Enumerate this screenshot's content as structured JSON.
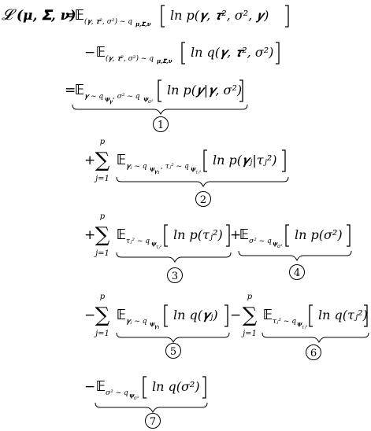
{
  "lhs": {
    "fn": "𝓛",
    "args": "(𝝁, 𝚺, 𝝂)"
  },
  "ops": {
    "eq1": "=",
    "eq2": "=",
    "minus": "−",
    "plus": "+",
    "ln": "ln"
  },
  "expectation_symbol": "𝔼",
  "sum": {
    "symbol": "∑",
    "upper": "p",
    "lower": "j=1"
  },
  "terms": {
    "e1": {
      "sub": "(𝜸, 𝝉², σ²) ~ q",
      "sub2": "𝝁,𝚺,𝝂",
      "body": "ln p(𝜸, 𝝉², σ², 𝒚)"
    },
    "e2": {
      "sub": "(𝜸, 𝝉², σ²) ~ q",
      "sub2": "𝝁,𝚺,𝝂",
      "body": "ln q(𝜸, 𝝉², σ²)"
    },
    "t1": {
      "sub": "𝜸 ~ q",
      "sub2": "𝝍",
      "sub3": "𝜸",
      "subb": ", σ² ~ q",
      "subb2": "𝝍",
      "subb3": "σ²",
      "body": "ln p(𝒚|𝜸, σ²)",
      "label": "1"
    },
    "t2": {
      "sub": "𝜸ⱼ ~ q",
      "sub2": "𝝍",
      "sub3": "𝜸ⱼ",
      "subb": ", τⱼ² ~ q",
      "subb2": "𝝍",
      "subb3": "τⱼ²",
      "body": "ln p(𝜸ⱼ|τⱼ²)",
      "label": "2"
    },
    "t3": {
      "sub": "τⱼ² ~ q",
      "sub2": "𝝍",
      "sub3": "τⱼ²",
      "body": "ln p(τⱼ²)",
      "label": "3"
    },
    "t4": {
      "sub": "σ² ~ q",
      "sub2": "𝝍",
      "sub3": "σ²",
      "body": "ln p(σ²)",
      "label": "4"
    },
    "t5": {
      "sub": "𝜸ⱼ ~ q",
      "sub2": "𝝍",
      "sub3": "𝜸ⱼ",
      "body": "ln q(𝜸ⱼ)",
      "label": "5"
    },
    "t6": {
      "sub": "τⱼ² ~ q",
      "sub2": "𝝍",
      "sub3": "τⱼ²",
      "body": "ln q(τⱼ²)",
      "label": "6"
    },
    "t7": {
      "sub": "σ² ~ q",
      "sub2": "𝝍",
      "sub3": "σ²",
      "body": "ln q(σ²)",
      "label": "7"
    }
  }
}
